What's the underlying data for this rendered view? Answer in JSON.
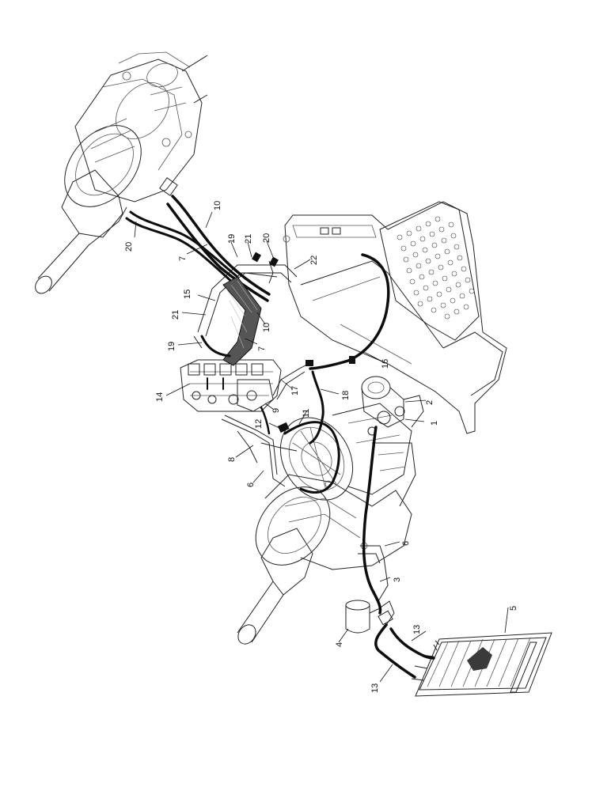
{
  "diagram": {
    "callouts": [
      {
        "id": "c20a",
        "text": "20"
      },
      {
        "id": "c10a",
        "text": "10"
      },
      {
        "id": "c7a",
        "text": "7"
      },
      {
        "id": "c19a",
        "text": "19"
      },
      {
        "id": "c21a",
        "text": "21"
      },
      {
        "id": "c20b",
        "text": "20"
      },
      {
        "id": "c22",
        "text": "22"
      },
      {
        "id": "c15",
        "text": "15"
      },
      {
        "id": "c21b",
        "text": "21"
      },
      {
        "id": "c10b",
        "text": "10"
      },
      {
        "id": "c19b",
        "text": "19"
      },
      {
        "id": "c7b",
        "text": "7"
      },
      {
        "id": "c16",
        "text": "16"
      },
      {
        "id": "c14",
        "text": "14"
      },
      {
        "id": "c17",
        "text": "17"
      },
      {
        "id": "c18",
        "text": "18"
      },
      {
        "id": "c9",
        "text": "9"
      },
      {
        "id": "c11",
        "text": "11"
      },
      {
        "id": "c2",
        "text": "2"
      },
      {
        "id": "c1",
        "text": "1"
      },
      {
        "id": "c12",
        "text": "12"
      },
      {
        "id": "c8",
        "text": "8"
      },
      {
        "id": "c6a",
        "text": "6"
      },
      {
        "id": "c6b",
        "text": "6"
      },
      {
        "id": "c3",
        "text": "3"
      },
      {
        "id": "c5",
        "text": "5"
      },
      {
        "id": "c4",
        "text": "4"
      },
      {
        "id": "c13a",
        "text": "13"
      },
      {
        "id": "c13b",
        "text": "13"
      }
    ]
  }
}
